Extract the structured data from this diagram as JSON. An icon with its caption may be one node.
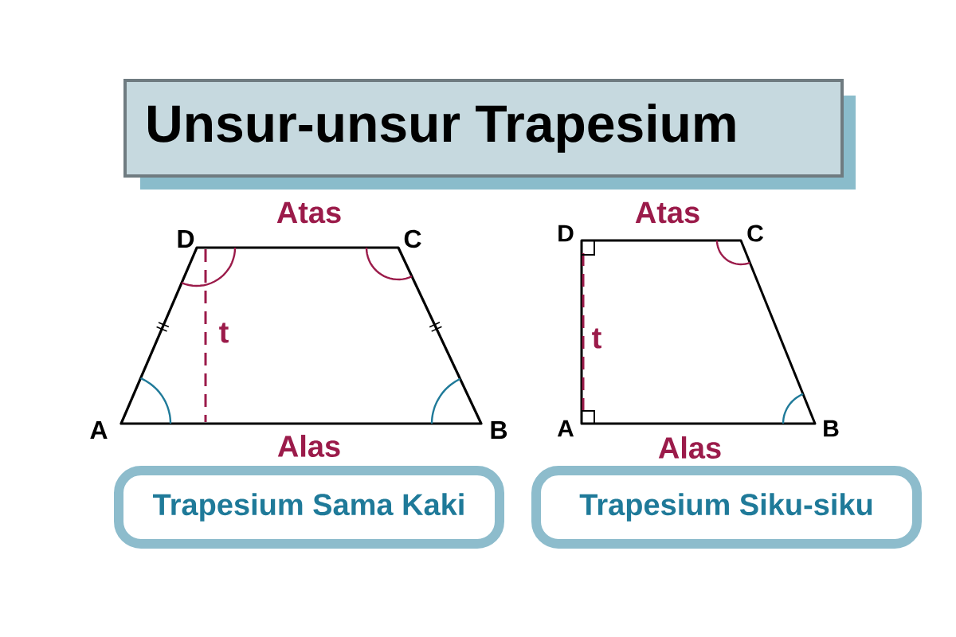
{
  "diagram": {
    "title": "Unsur-unsur Trapesium",
    "nodes": [
      {
        "text": [
          "Trapesium Sama Kaki"
        ]
      },
      {
        "text": [
          "Trapesium Siku-siku"
        ]
      }
    ],
    "labels": [
      "Atas",
      "Atas",
      "D",
      "C",
      "D",
      "C",
      "t",
      "t",
      "A",
      "B",
      "A",
      "B",
      "Alas",
      "Alas"
    ]
  }
}
